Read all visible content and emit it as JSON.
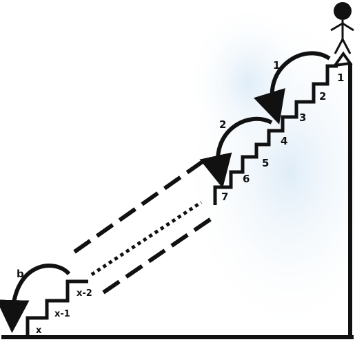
{
  "diagram": {
    "jump_labels": {
      "top_jump": "1",
      "second_jump": "2",
      "bottom_jump": "b"
    },
    "step_labels": [
      "1",
      "2",
      "3",
      "4",
      "5",
      "6",
      "7"
    ],
    "bottom_step_labels": [
      "x-2",
      "x-1",
      "x"
    ]
  }
}
